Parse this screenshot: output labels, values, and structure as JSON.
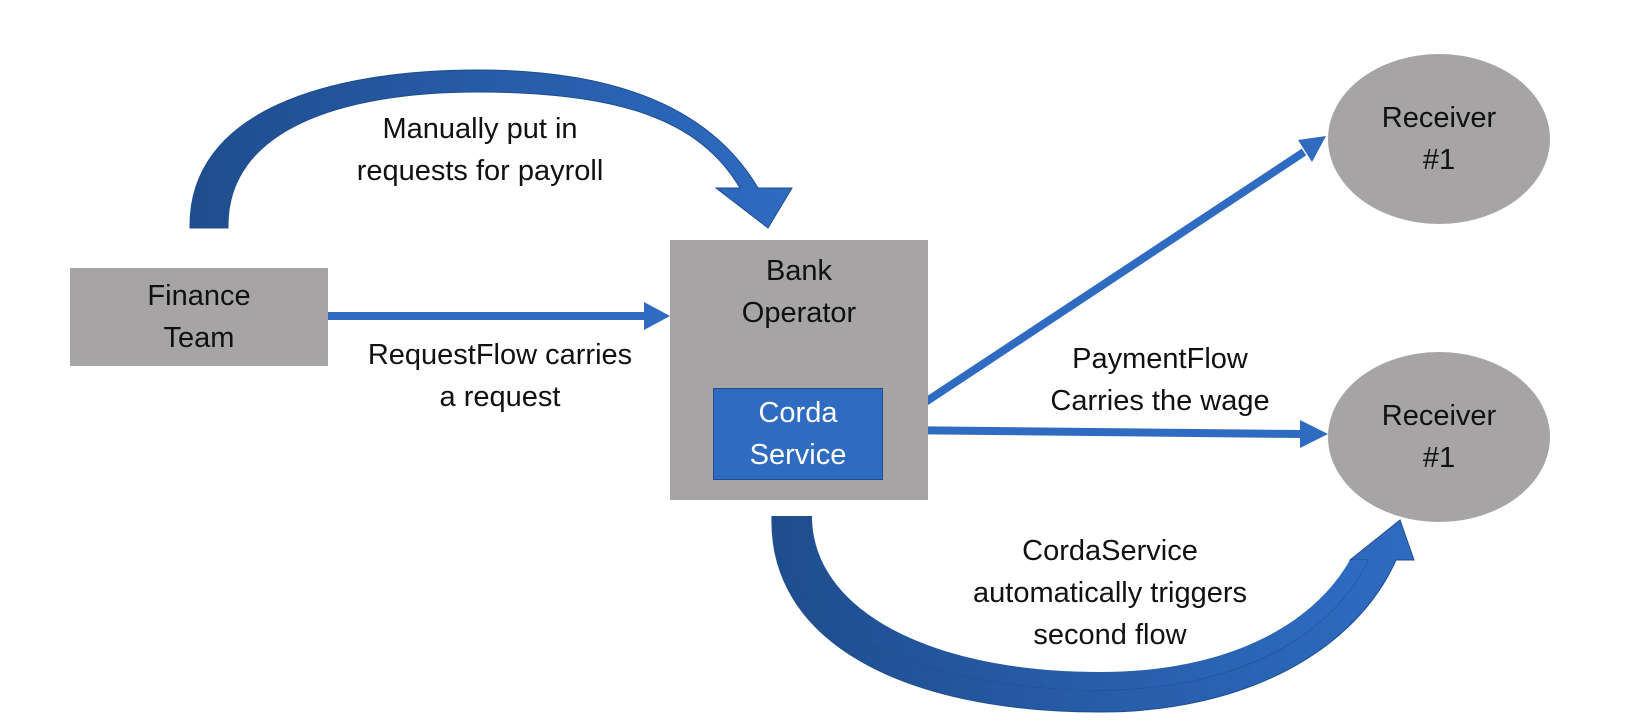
{
  "nodes": {
    "finance_team": "Finance\nTeam",
    "bank_operator": "Bank\nOperator",
    "corda_service": "Corda\nService",
    "receiver_top": "Receiver\n#1",
    "receiver_bottom": "Receiver\n#1"
  },
  "edges": {
    "manual_requests": "Manually put in\nrequests for payroll",
    "request_flow": "RequestFlow carries\na request",
    "payment_flow": "PaymentFlow\nCarries the wage",
    "second_flow": "CordaService\nautomatically triggers\nsecond flow"
  },
  "colors": {
    "box_gray": "#a6a4a4",
    "arrow_blue": "#2e6bc1",
    "arrow_dark_blue": "#1f4d8e"
  }
}
